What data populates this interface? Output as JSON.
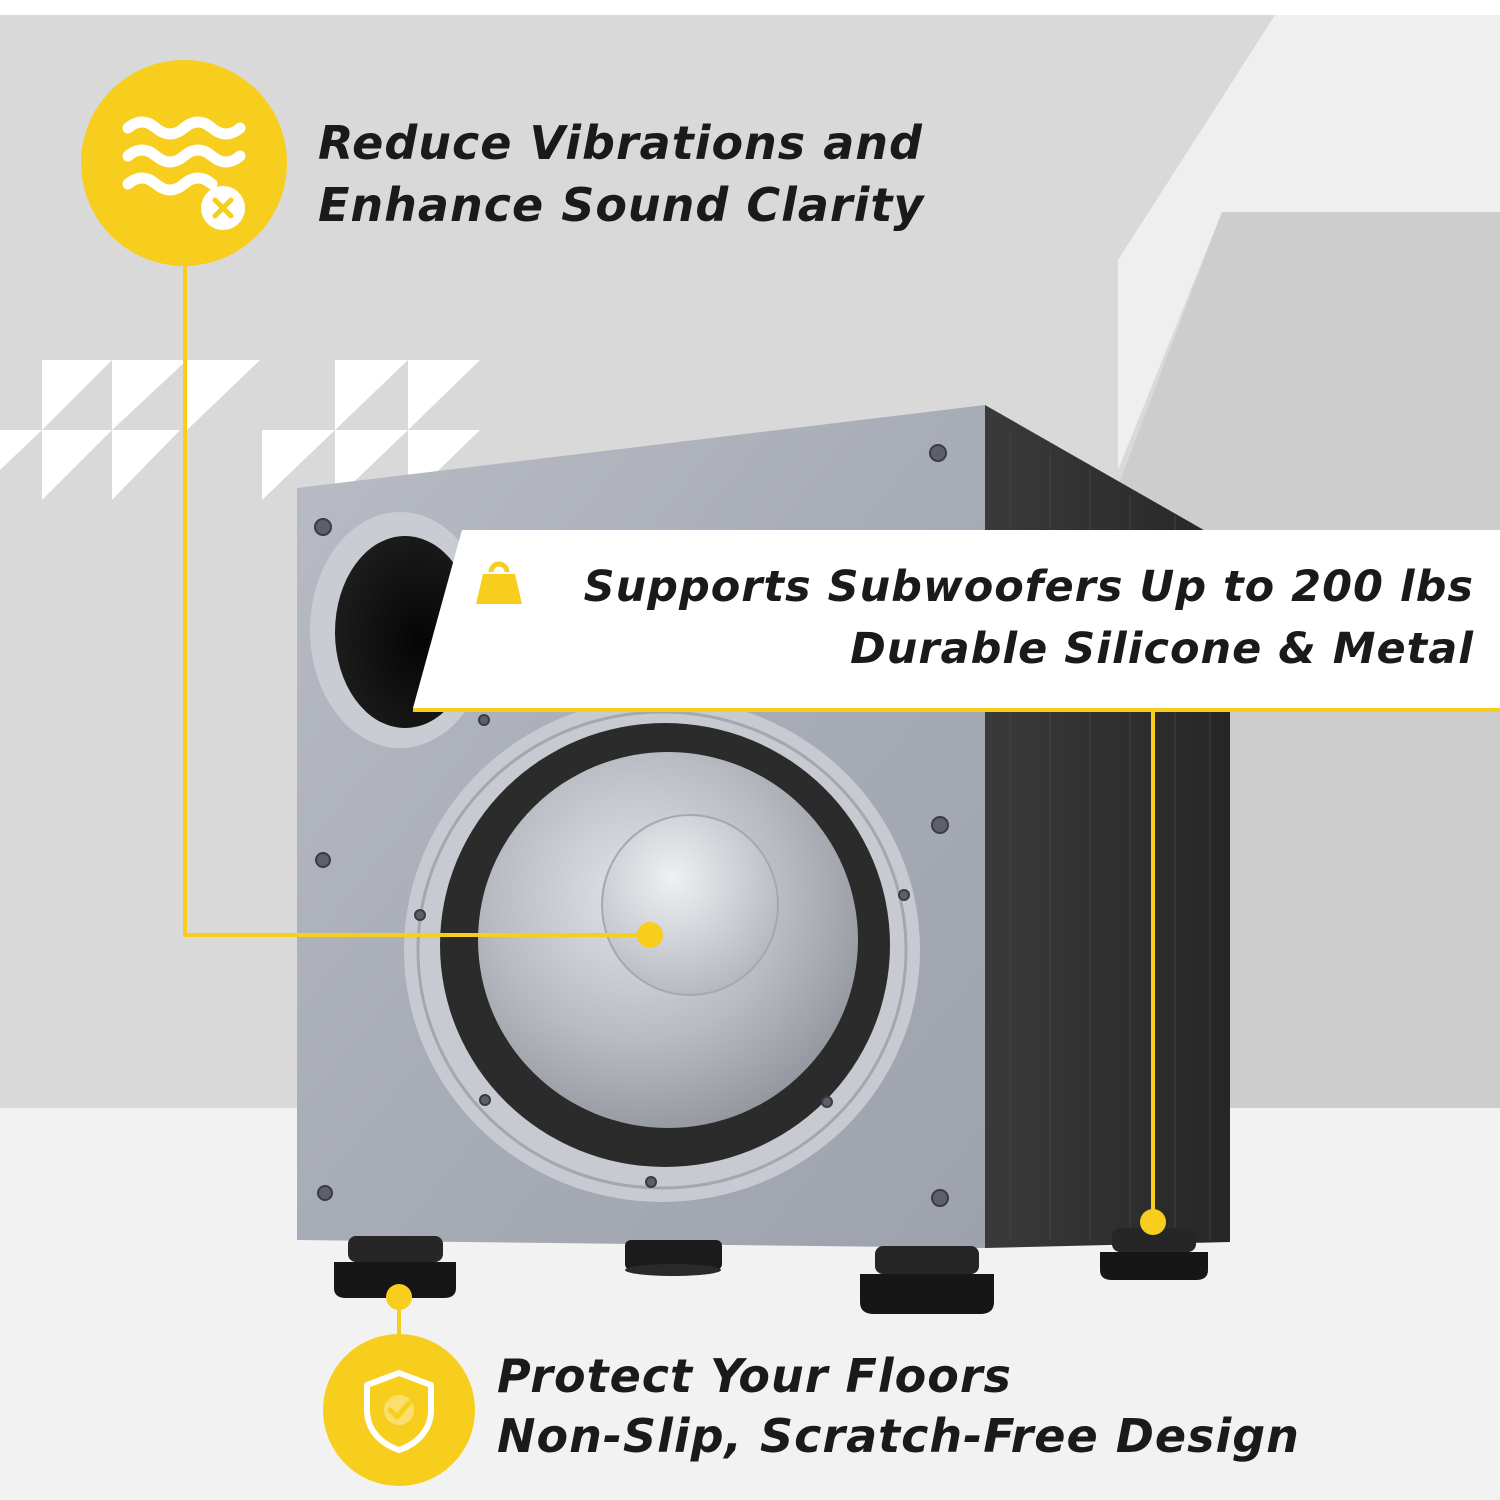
{
  "callouts": {
    "vibration": {
      "line1": "Reduce Vibrations and",
      "line2": "Enhance Sound Clarity",
      "icon": "waves-x-icon"
    },
    "support": {
      "line1": "Supports Subwoofers Up to 200 lbs",
      "line2": "Durable Silicone & Metal",
      "icon": "weight-icon"
    },
    "floor": {
      "line1": "Protect Your Floors",
      "line2": "Non-Slip, Scratch-Free Design",
      "icon": "shield-check-icon"
    }
  },
  "colors": {
    "accent": "#f7ce1e",
    "background_gray": "#d9d9d9",
    "floor": "#f2f2f2",
    "text": "#1a1a1a",
    "cabinet_front": "#a9adb8",
    "cabinet_side": "#2e2e2e"
  }
}
